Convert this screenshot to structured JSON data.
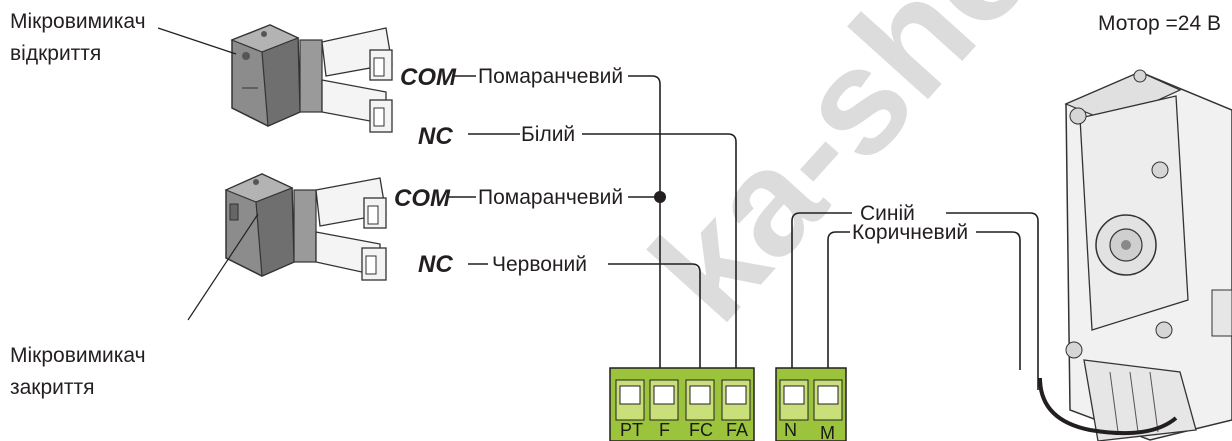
{
  "watermark": "ka-shop",
  "switch_open": {
    "line1": "Мікровимикач",
    "line2": "відкриття"
  },
  "switch_close": {
    "line1": "Мікровимикач",
    "line2": "закриття"
  },
  "motor_label": "Мотор =24 В",
  "wires": {
    "com1_tag": "COM",
    "com1_color": "Помаранчевий",
    "nc1_tag": "NC",
    "nc1_color": "Білий",
    "com2_tag": "COM",
    "com2_color": "Помаранчевий",
    "nc2_tag": "NC",
    "nc2_color": "Червоний",
    "motor_n_color": "Синій",
    "motor_m_color": "Коричневий"
  },
  "terminal_blocks": [
    {
      "terminals": [
        "PT",
        "F",
        "FC",
        "FA"
      ]
    },
    {
      "terminals": [
        "N",
        "M"
      ]
    }
  ],
  "colors": {
    "terminal_green": "#9bc43c",
    "wire": "#231f20",
    "switch_body": "#8a8a8a"
  }
}
